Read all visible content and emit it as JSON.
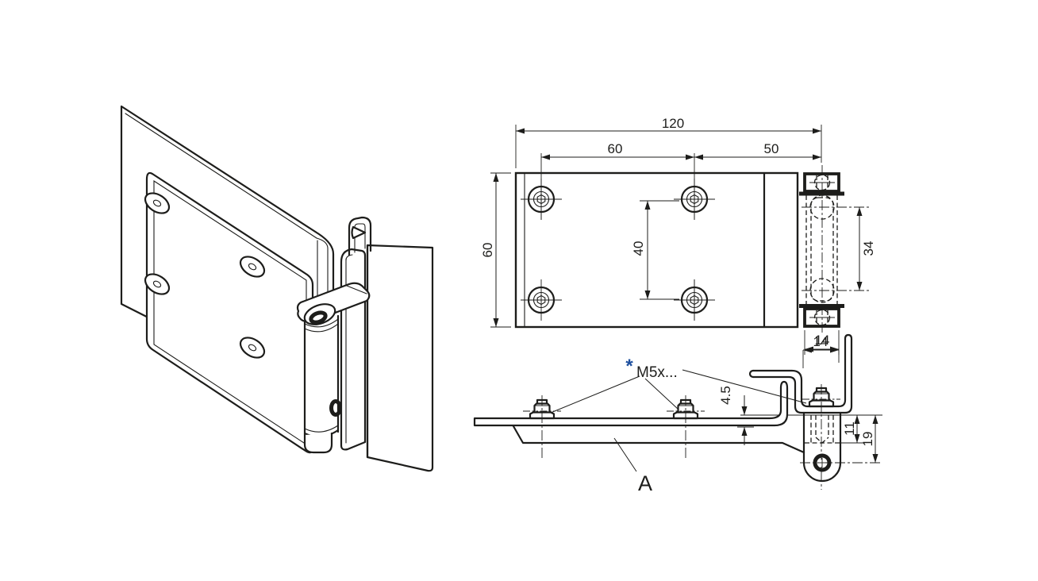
{
  "views": {
    "top": {
      "dims": {
        "total_width": "120",
        "screw_spacing_h": "60",
        "pin_to_screw": "50",
        "plate_height": "60",
        "screw_spacing_v": "40",
        "knuckle_hole_spacing": "34",
        "knuckle_width": "14"
      }
    },
    "side": {
      "dims": {
        "flange_offset": "4.5",
        "thread_depth": "11",
        "pin_axis_offset": "19",
        "knuckle_width": "14"
      },
      "annotations": {
        "star": "*",
        "stud_thread": "M5x...",
        "part_label": "A"
      }
    }
  },
  "colors": {
    "line": "#1d1d1b",
    "background": "#ffffff",
    "star_accent": "#1d4f9e"
  }
}
